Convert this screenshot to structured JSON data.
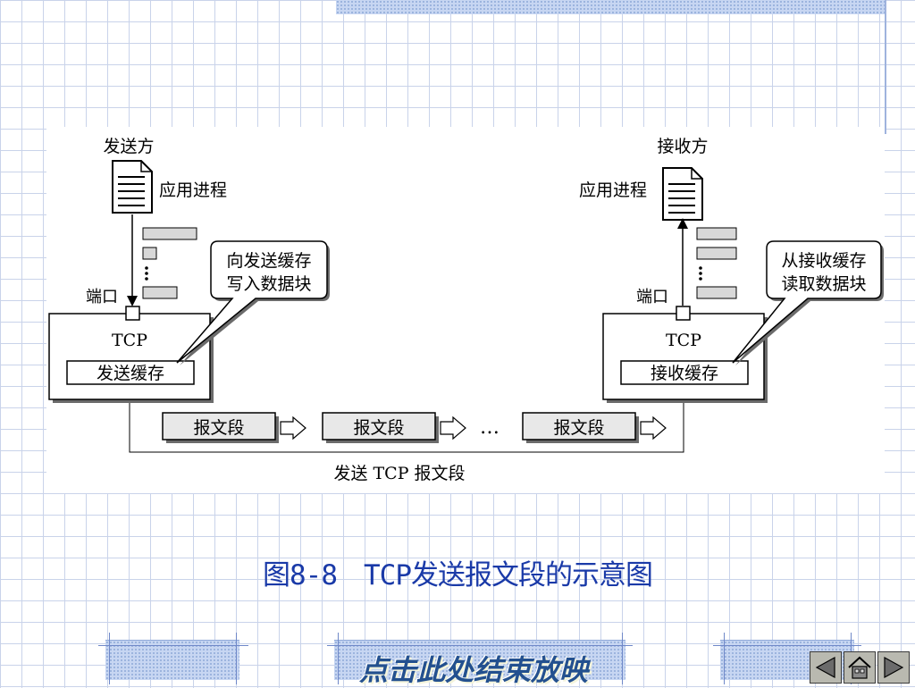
{
  "sender": {
    "title": "发送方",
    "app_process": "应用进程",
    "port": "端口",
    "tcp": "TCP",
    "buffer": "发送缓存",
    "callout": [
      "向发送缓存",
      "写入数据块"
    ]
  },
  "receiver": {
    "title": "接收方",
    "app_process": "应用进程",
    "port": "端口",
    "tcp": "TCP",
    "buffer": "接收缓存",
    "callout": [
      "从接收缓存",
      "读取数据块"
    ]
  },
  "segments": [
    "报文段",
    "报文段",
    "报文段"
  ],
  "ellipsis": "…",
  "send_label": "发送 TCP 报文段",
  "caption": "图8-8　TCP发送报文段的示意图",
  "end_show": "点击此处结束放映",
  "nav": {
    "prev_icon": "triangle-left-icon",
    "home_icon": "home-icon",
    "next_icon": "triangle-right-icon"
  }
}
